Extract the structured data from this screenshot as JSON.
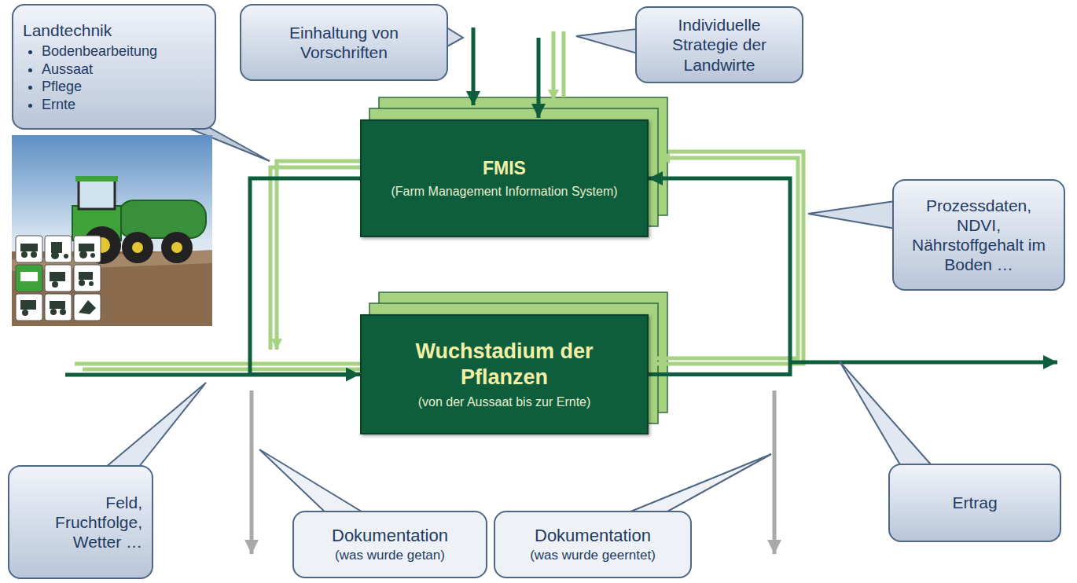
{
  "diagram": {
    "nodes": [
      {
        "text": [
          "Landtechnik",
          "Bodenbearbeitung",
          "Aussaat",
          "Pflege",
          "Ernte"
        ]
      },
      {
        "text": [
          "Einhaltung von Vorschriften"
        ]
      },
      {
        "text": [
          "Individuelle Strategie der Landwirte"
        ]
      },
      {
        "text": [
          "FMIS",
          "(Farm Management Information System)"
        ]
      },
      {
        "text": [
          "Prozessdaten, NDVI, Nährstoffgehalt im Boden …"
        ]
      },
      {
        "text": [
          "Wuchstadium der Pflanzen",
          "(von der Aussaat bis zur Ernte)"
        ]
      },
      {
        "text": [
          "Feld, Fruchtfolge, Wetter …"
        ]
      },
      {
        "text": [
          "Dokumentation",
          "(was wurde getan)"
        ]
      },
      {
        "text": [
          "Dokumentation",
          "(was wurde geerntet)"
        ]
      },
      {
        "text": [
          "Ertrag"
        ]
      }
    ],
    "edges": [
      {
        "from": 3,
        "to": 5,
        "arrow": "to"
      },
      {
        "from": 5,
        "to": 3,
        "arrow": "to"
      }
    ]
  }
}
